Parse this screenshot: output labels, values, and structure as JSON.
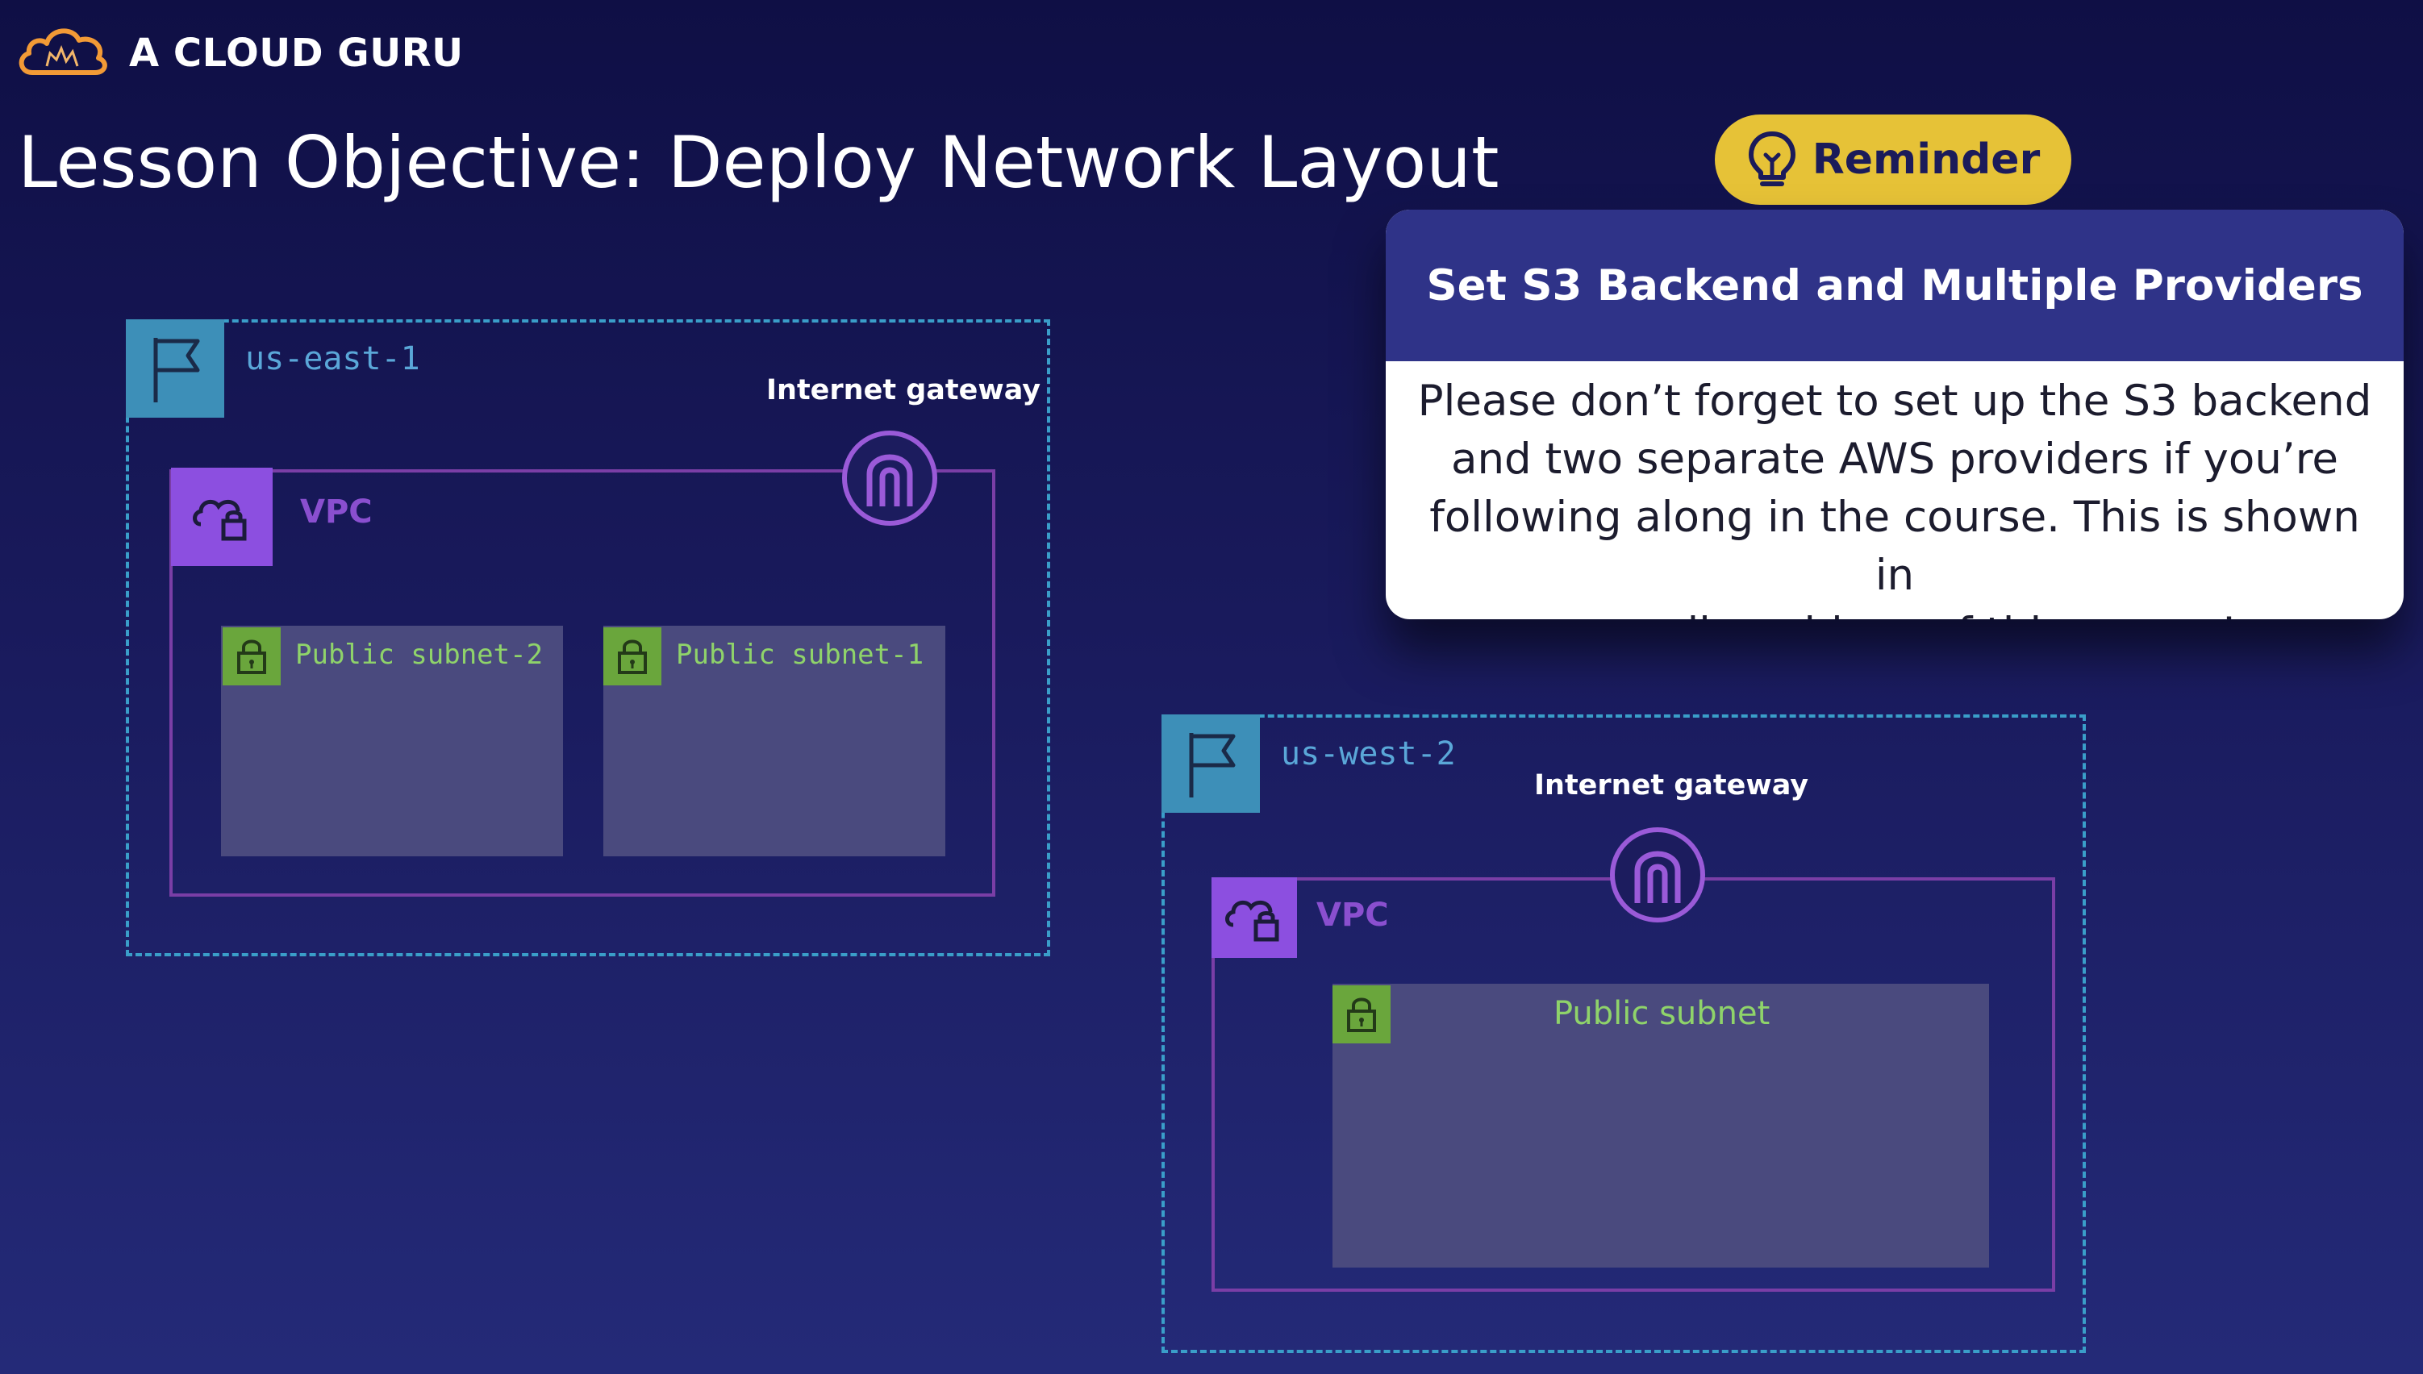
{
  "brand": {
    "name": "A CLOUD GURU",
    "logo_icon": "cloud-logo-icon"
  },
  "title": "Lesson Objective: Deploy Network Layout",
  "reminder": {
    "badge_label": "Reminder",
    "badge_icon": "lightbulb-icon",
    "heading": "Set S3 Backend and Multiple Providers",
    "lines": [
      "Please don’t forget to set up the S3 backend",
      "and two separate AWS providers if you’re",
      "following along in the course. This is shown in",
      "preceding videos of this course!"
    ]
  },
  "regions": {
    "east": {
      "name": "us-east-1",
      "gateway_label": "Internet gateway",
      "vpc_label": "VPC",
      "subnets": [
        "Public subnet-2",
        "Public subnet-1"
      ]
    },
    "west": {
      "name": "us-west-2",
      "gateway_label": "Internet gateway",
      "vpc_label": "VPC",
      "subnets": [
        "Public subnet"
      ]
    }
  },
  "colors": {
    "background": "#15165a",
    "region_border": "#3a9ec9",
    "vpc_border": "#7a3ea6",
    "vpc_icon": "#8c4fe0",
    "subnet_fill": "#4a4a7e",
    "subnet_icon": "#6aa63c",
    "reminder_badge": "#e6c237",
    "reminder_header": "#2f3388"
  }
}
